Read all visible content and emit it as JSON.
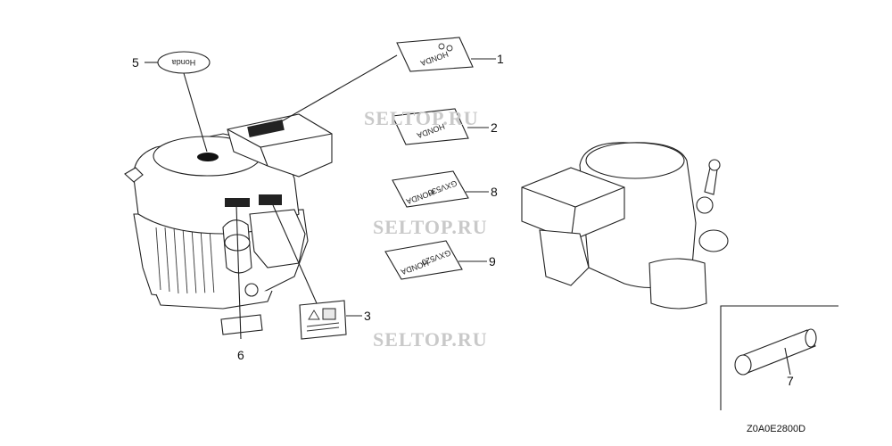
{
  "watermarks": [
    "SELTOP.RU",
    "SELTOP.RU",
    "SELTOP.RU"
  ],
  "callouts": {
    "n1": "1",
    "n2": "2",
    "n3": "3",
    "n5": "5",
    "n6": "6",
    "n7": "7",
    "n8": "8",
    "n9": "9"
  },
  "labels": {
    "honda_1": "HONDA",
    "honda_2": "HONDA",
    "honda_5": "Honda",
    "honda_8": "HONDA",
    "model_8": "GXV530",
    "honda_9": "HONDA",
    "model_9": "GXV520"
  },
  "diagram_code": "Z0A0E2800D"
}
